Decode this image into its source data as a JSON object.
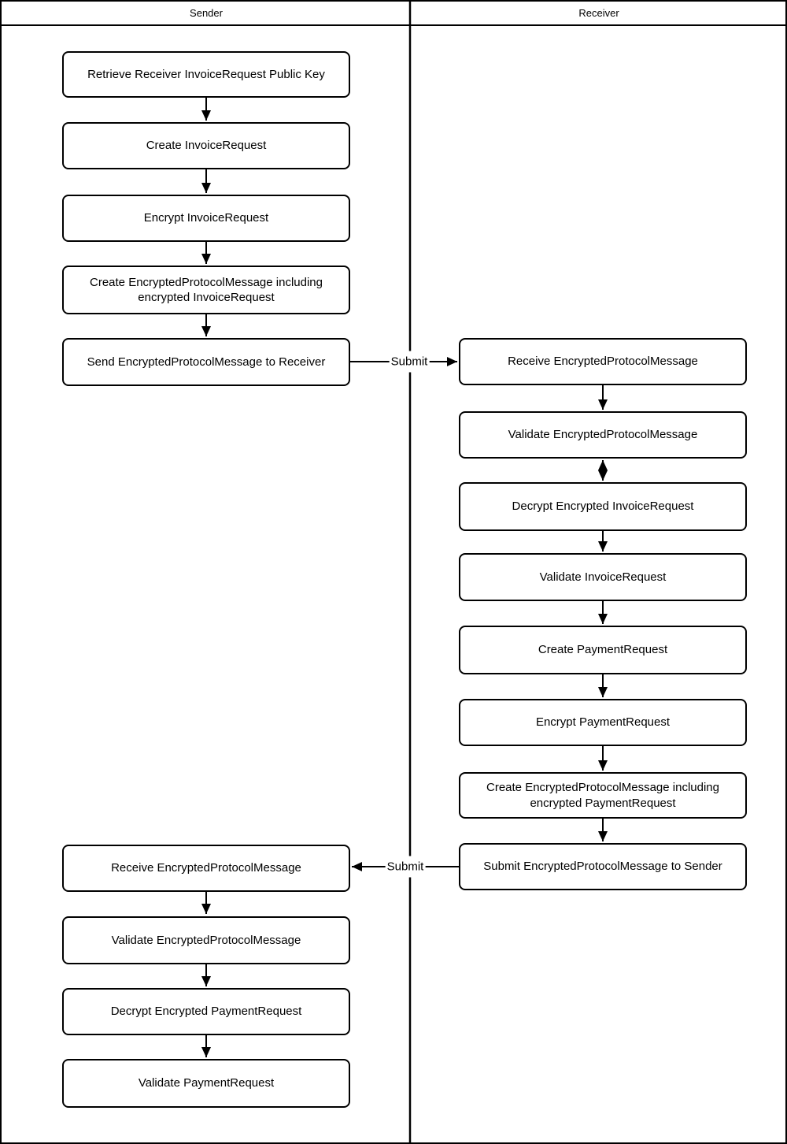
{
  "diagram": {
    "lanes": {
      "sender": "Sender",
      "receiver": "Receiver"
    },
    "sender_steps": [
      "Retrieve Receiver InvoiceRequest Public Key",
      "Create InvoiceRequest",
      "Encrypt InvoiceRequest",
      "Create EncryptedProtocolMessage including encrypted InvoiceRequest",
      "Send EncryptedProtocolMessage to Receiver",
      "Receive EncryptedProtocolMessage",
      "Validate EncryptedProtocolMessage",
      "Decrypt Encrypted PaymentRequest",
      "Validate PaymentRequest"
    ],
    "receiver_steps": [
      "Receive EncryptedProtocolMessage",
      "Validate EncryptedProtocolMessage",
      "Decrypt Encrypted InvoiceRequest",
      "Validate InvoiceRequest",
      "Create PaymentRequest",
      "Encrypt PaymentRequest",
      "Create EncryptedProtocolMessage including encrypted PaymentRequest",
      "Submit EncryptedProtocolMessage to Sender"
    ],
    "edge_labels": {
      "sender_to_receiver": "Submit",
      "receiver_to_sender": "Submit"
    },
    "colors": {
      "line": "#000000",
      "box_fill": "#ffffff",
      "background": "#ffffff"
    }
  }
}
